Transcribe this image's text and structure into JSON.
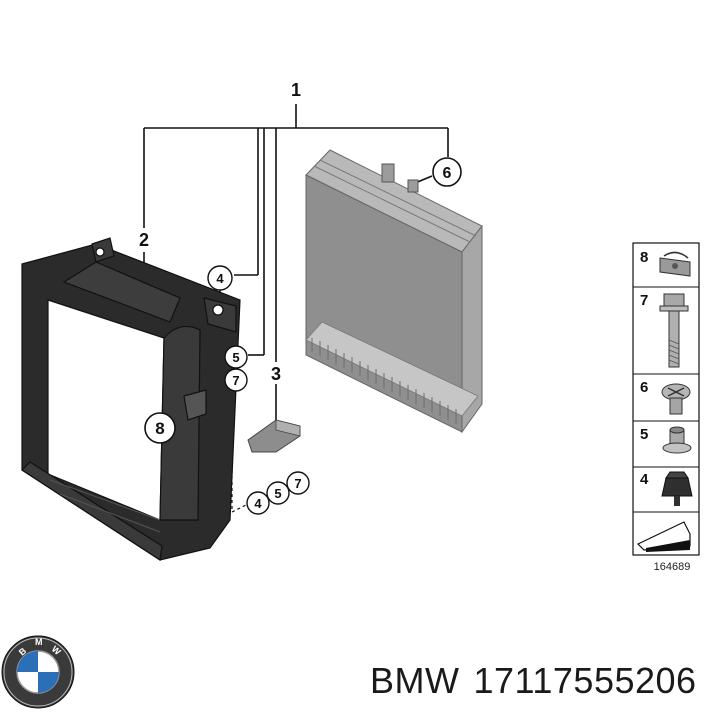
{
  "diagram": {
    "callouts": {
      "main": "1",
      "shroud": "2",
      "bracket": "3",
      "clip_a": "4",
      "bush_a": "5",
      "bolt_a": "7",
      "nut_clip": "8",
      "screw": "6",
      "clip_b": "4",
      "bush_b": "5",
      "bolt_b": "7"
    },
    "legend": {
      "items": [
        {
          "number": "8",
          "part": "speed-nut"
        },
        {
          "number": "7",
          "part": "hex-bolt"
        },
        {
          "number": "6",
          "part": "screw"
        },
        {
          "number": "5",
          "part": "bushing"
        },
        {
          "number": "4",
          "part": "clip"
        }
      ],
      "drawing_id": "164689"
    }
  },
  "footer": {
    "brand": "BMW",
    "part_number": "17117555206"
  },
  "colors": {
    "ink": "#111111",
    "shroud_dark": "#2b2b2b",
    "radiator_gray": "#9a9a9a",
    "logo_blue": "#2a6fb8"
  }
}
